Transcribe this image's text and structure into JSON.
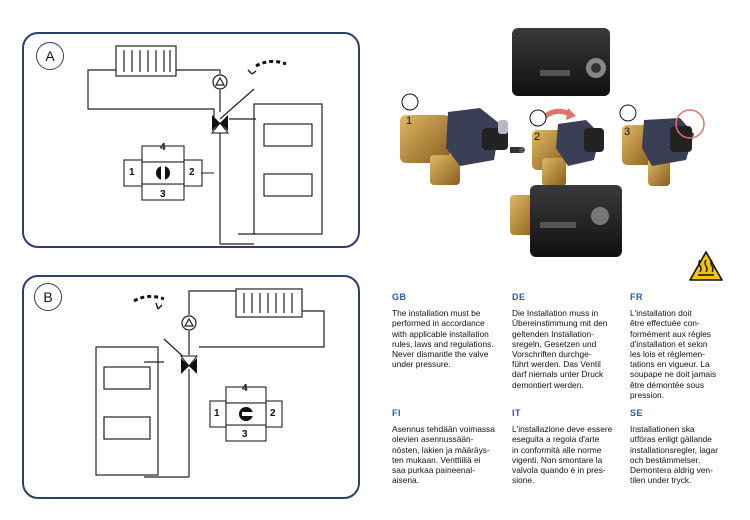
{
  "panels": {
    "a": {
      "label": "A",
      "valve_ports": [
        "4",
        "1",
        "2",
        "3"
      ]
    },
    "b": {
      "label": "B",
      "valve_ports": [
        "4",
        "1",
        "2",
        "3"
      ]
    }
  },
  "steps": [
    "1",
    "2",
    "3"
  ],
  "warning": {
    "icon": "hot-surface-warning-icon"
  },
  "languages": [
    {
      "code": "GB",
      "text": "The installation must be\nperformed in accordance\nwith applicable installation\nrules, laws and regulations.\nNever dismantle the valve\nunder pressure."
    },
    {
      "code": "DE",
      "text": "Die Installation muss in\nÜbereinstimmung mit den\ngeltenden Installation-\nsregeln, Gesetzen und\nVorschriften durchge-\nführt werden. Das Ventil\ndarf niemals unter Druck\ndemontiert werden."
    },
    {
      "code": "FR",
      "text": "L'installation doit\nêtre effectuée con-\nformément aux règles\nd'installation et selon\nles lois et règlemen-\ntations en vigueur. La\nsoupape ne doit jamais\nêtre démontée sous\npression."
    },
    {
      "code": "FI",
      "text": "Asennus tehdään voimassa\nolevien asennussään-\nnösten, lakien ja määräys-\nten mukaan. Venttiiliä ei\nsaa purkaa paineenal-\naisena."
    },
    {
      "code": "IT",
      "text": "L'installazione deve essere\neseguita a regola d'arte\nin conformità alle norme\nvigenti. Non smontare la\nvalvola quando è in pres-\nsione."
    },
    {
      "code": "SE",
      "text": "Installationen ska\nutföras enligt gällande\ninstallationsregler, lagar\noch bestämmelser.\nDemontera aldrig ven-\ntilen under tryck."
    }
  ]
}
